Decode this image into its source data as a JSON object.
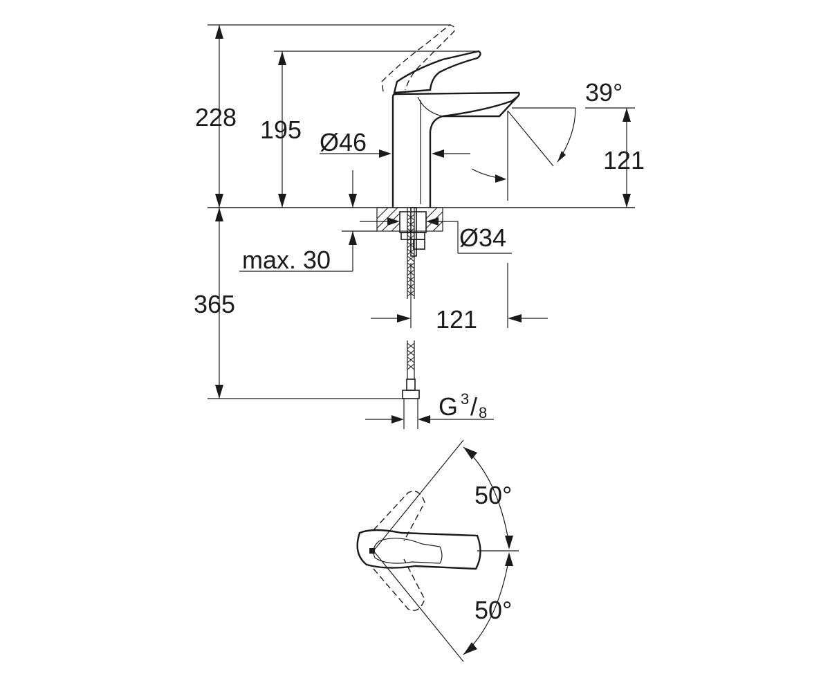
{
  "dimensions": {
    "overall_height": "228",
    "spout_height": "195",
    "body_diameter": "Ø46",
    "spout_angle": "39°",
    "spout_outlet_height": "121",
    "hole_diameter": "Ø34",
    "max_deck_thickness": "max. 30",
    "hose_length": "365",
    "spout_reach": "121",
    "connection_thread": "G",
    "connection_thread_num": "3",
    "connection_thread_den": "8",
    "lever_rotation_left": "50°",
    "lever_rotation_right": "50°"
  },
  "colors": {
    "line": "#1a1a1a",
    "background": "#ffffff"
  }
}
